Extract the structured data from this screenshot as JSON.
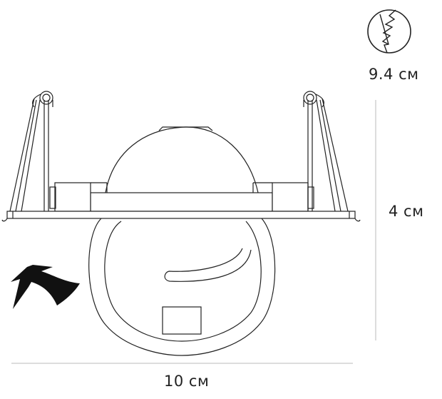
{
  "dimensions": {
    "cutout": "9.4 см",
    "height": "4 см",
    "width": "10 см"
  },
  "icons": {
    "cutout": "ceiling-cutout-icon",
    "rotation": "rotation-arrow-icon"
  },
  "colors": {
    "line": "#222222",
    "dimension_line": "#bbbbbb",
    "arrow": "#111111"
  }
}
